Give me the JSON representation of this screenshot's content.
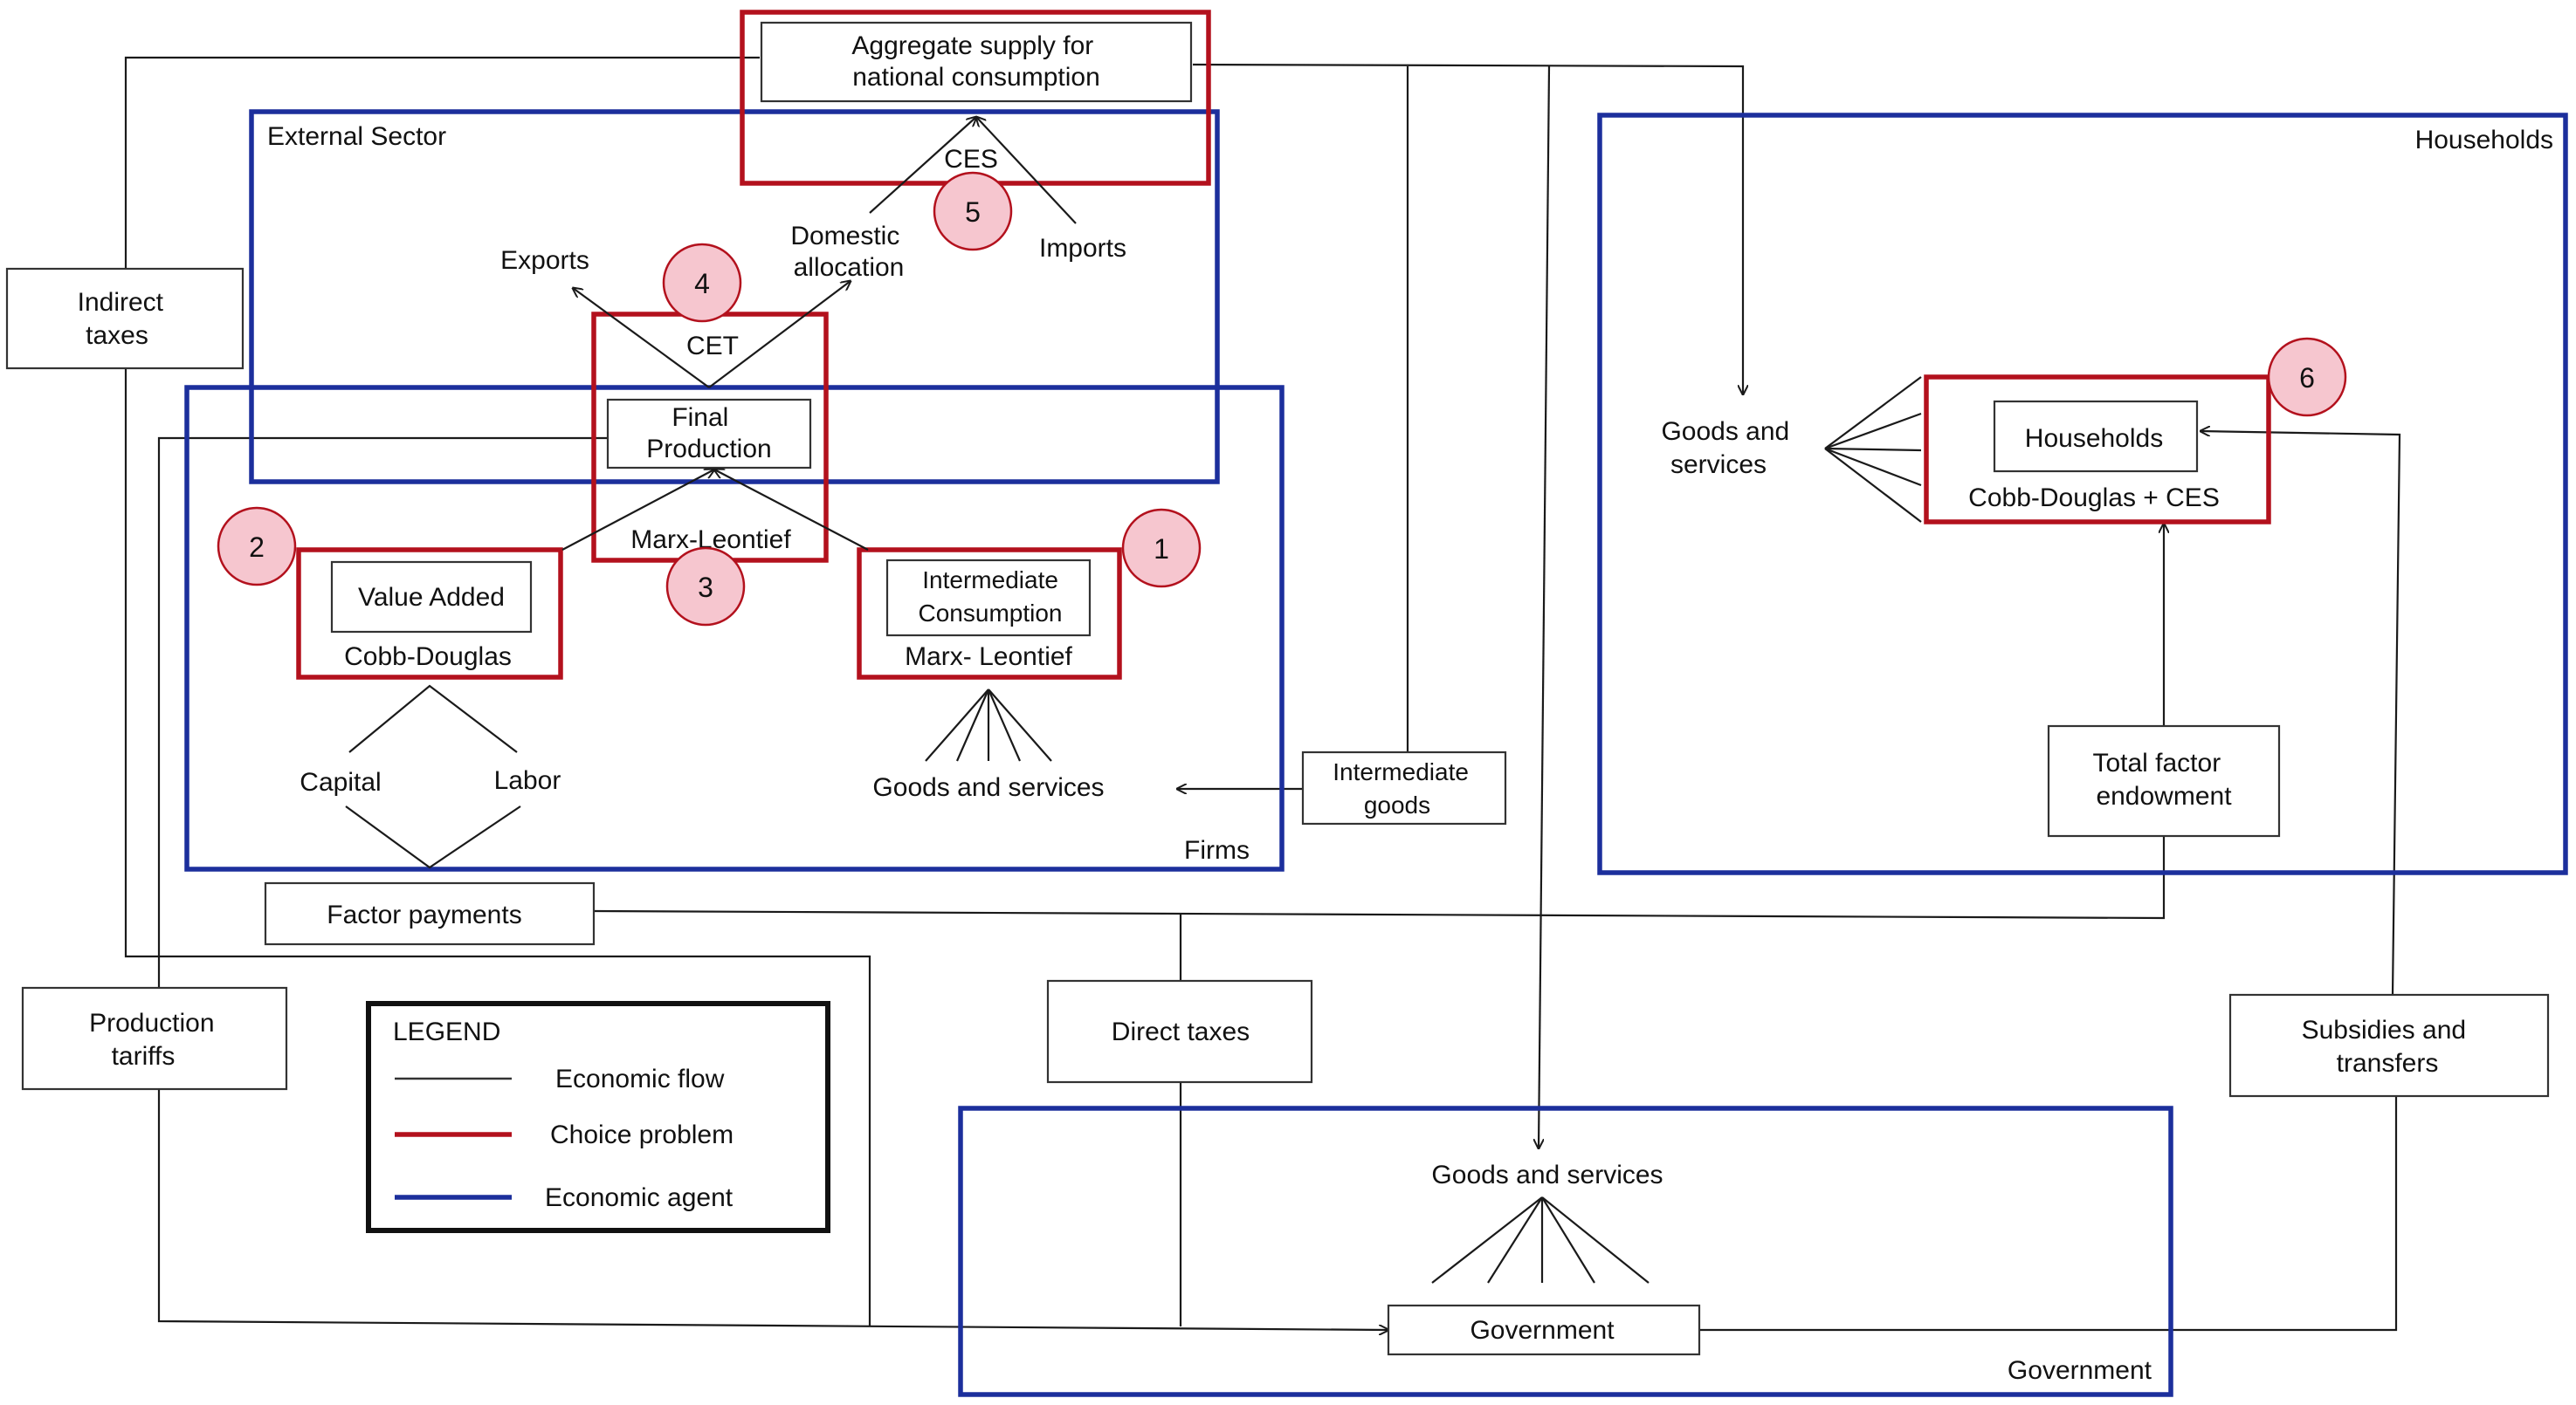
{
  "boxes": {
    "aggregate_supply": [
      "Aggregate supply for",
      "national consumption"
    ],
    "final_production": [
      "Final",
      "Production"
    ],
    "value_added": [
      "Value Added"
    ],
    "intermediate_consumption": [
      "Intermediate",
      "Consumption"
    ],
    "households": [
      "Households"
    ],
    "government": [
      "Government"
    ],
    "indirect_taxes": [
      "Indirect",
      "taxes"
    ],
    "production_tariffs": [
      "Production",
      "tariffs"
    ],
    "factor_payments": [
      "Factor payments"
    ],
    "direct_taxes": [
      "Direct taxes"
    ],
    "intermediate_goods": [
      "Intermediate",
      "goods"
    ],
    "total_factor_endowment": [
      "Total factor",
      "endowment"
    ],
    "subsidies_transfers": [
      "Subsidies and",
      "transfers"
    ]
  },
  "labels": {
    "external_sector": "External Sector",
    "firms": "Firms",
    "households_agent": "Households",
    "government_agent": "Government",
    "ces": "CES",
    "cet": "CET",
    "exports": "Exports",
    "domestic_allocation": [
      "Domestic",
      "allocation"
    ],
    "imports": "Imports",
    "marx_leontief_top": "Marx-Leontief",
    "cobb_douglas": "Cobb-Douglas",
    "marx_leontief_ic": "Marx- Leontief",
    "capital": "Capital",
    "labor": "Labor",
    "goods_services_firms": "Goods and services",
    "goods_services_households": [
      "Goods and",
      "services"
    ],
    "cobb_douglas_ces": "Cobb-Douglas + CES",
    "goods_services_government": "Goods and services"
  },
  "badges": [
    "1",
    "2",
    "3",
    "4",
    "5",
    "6"
  ],
  "legend": {
    "title": "LEGEND",
    "items": [
      {
        "label": "Economic flow",
        "color": "#333333"
      },
      {
        "label": "Choice problem",
        "color": "#b3111d"
      },
      {
        "label": "Economic agent",
        "color": "#1c2f9c"
      }
    ]
  },
  "colors": {
    "agent": "#1c2f9c",
    "choice": "#b3111d",
    "badge_fill": "#f6c6cf",
    "flow": "#1a1a1a"
  }
}
